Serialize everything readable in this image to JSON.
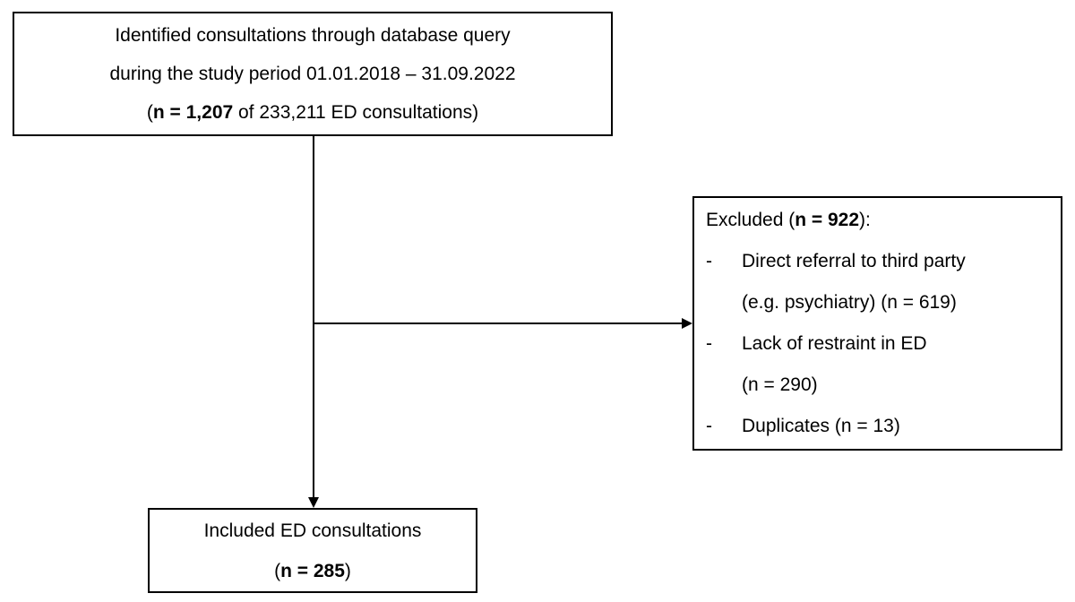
{
  "colors": {
    "background": "#ffffff",
    "border": "#000000",
    "text": "#000000"
  },
  "top_box": {
    "line1": "Identified consultations through database query",
    "line2": "during the study period 01.01.2018 – 31.09.2022",
    "line3_prefix": "(",
    "line3_bold": "n = 1,207",
    "line3_suffix": " of 233,211 ED consultations)"
  },
  "excluded_box": {
    "header_prefix": "Excluded (",
    "header_bold": "n = 922",
    "header_suffix": "):",
    "bullet": "-",
    "items": [
      {
        "lines": [
          "Direct referral to third party",
          "(e.g. psychiatry) (n = 619)"
        ]
      },
      {
        "lines": [
          "Lack of restraint in ED",
          "(n = 290)"
        ]
      },
      {
        "lines": [
          "Duplicates (n = 13)"
        ]
      }
    ]
  },
  "included_box": {
    "line1": "Included ED consultations",
    "line2_prefix": "(",
    "line2_bold": "n = 285",
    "line2_suffix": ")"
  }
}
